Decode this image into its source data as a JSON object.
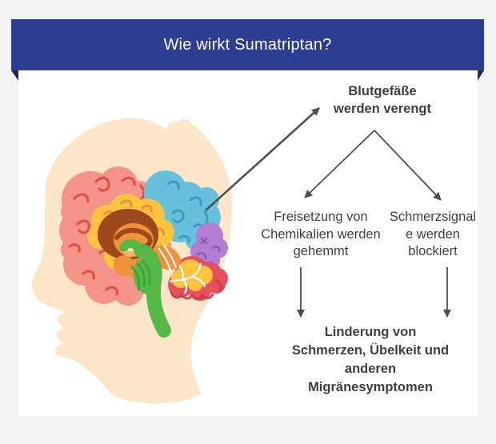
{
  "page": {
    "background": "#f3f3f3",
    "card": "#ffffff"
  },
  "banner": {
    "title": "Wie wirkt Sumatriptan?",
    "bg_color": "#2d3d92",
    "fold_color": "#1c2a6b",
    "text_color": "#ffffff"
  },
  "flowchart": {
    "text_color": "#3f3f3f",
    "arrow_color": "#4f4f4f",
    "top": {
      "lines": [
        "Blutgefäße",
        "werden verengt"
      ]
    },
    "left_mid": {
      "lines": [
        "Freisetzung von",
        "Chemikalien werden",
        "gehemmt"
      ]
    },
    "right_mid": {
      "lines": [
        "Schmerzsignal",
        "e werden",
        "blockiert"
      ]
    },
    "bottom": {
      "lines": [
        "Linderung von",
        "Schmerzen, Übelkeit und",
        "anderen",
        "Migränesymptomen"
      ]
    }
  },
  "illustration": {
    "description": "brain cross-section inside head silhouette",
    "colors": {
      "skin": "#fce5c9",
      "frontal_lobe": "#f4938a",
      "frontal_sulci": "#e05141",
      "parietal_lobe": "#67c0dc",
      "parietal_sulci": "#3a9cc2",
      "occipital_lobe": "#b47dd4",
      "occipital_sulci": "#9153b8",
      "cerebellum": "#e84f5d",
      "cerebellum_detail": "#d13a4a",
      "cerebellum_arbor": "#fbc33e",
      "corpus_callosum": "#fbc33e",
      "callosum_sulci": "#ef8f35",
      "limbic": "#9d491d",
      "thalamus": "#f0913c",
      "thalamus_light": "#f6b469",
      "thalamus_core": "#fbe3c4",
      "brainstem": "#56b847",
      "brainstem_detail": "#3f9e37",
      "white_detail": "#ffffff"
    }
  }
}
